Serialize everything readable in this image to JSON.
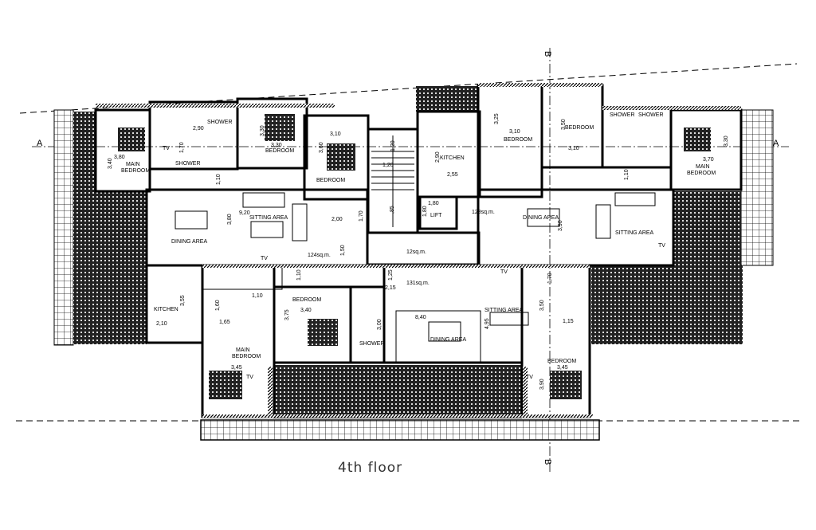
{
  "drawing": {
    "title": "4th floor",
    "section_markers": [
      "A",
      "A",
      "B",
      "B"
    ]
  },
  "rooms": [
    "MAIN",
    "BEDROOM",
    "SHOWER",
    "SHOWER",
    "BEDROOM",
    "BEDROOM",
    "DINING AREA",
    "SITTING AREA",
    "LIFT",
    "KITCHEN",
    "BEDROOM",
    "BEDROOM",
    "SHOWER",
    "SHOWER",
    "MAIN",
    "BEDROOM",
    "DINING AREA",
    "SITTING AREA",
    "KITCHEN",
    "MAIN",
    "BEDROOM",
    "BEDROOM",
    "SHOWER",
    "DINING AREA",
    "SITTING AREA",
    "BEDROOM"
  ],
  "areas": [
    "124sq.m.",
    "12sq.m.",
    "128sq.m.",
    "131sq.m."
  ],
  "tv_labels": [
    "TV",
    "TV",
    "TV",
    "TV",
    "TV",
    "TV"
  ],
  "dimensions": [
    "3,80",
    "3,40",
    "2,90",
    "1,70",
    "1,10",
    "3,30",
    "3,30",
    "3,10",
    "3,60",
    "1,20",
    "1,20",
    "9,20",
    "3,80",
    "2,00",
    "1,70",
    ",85",
    "1,50",
    "1,80",
    "1,80",
    "2,90",
    "2,55",
    "3,25",
    "3,10",
    "3,50",
    "3,10",
    "3,30",
    "3,70",
    "1,10",
    "3,90",
    "3,55",
    "2,10",
    "1,10",
    "1,60",
    "1,65",
    "3,45",
    "3,40",
    "3,75",
    "1,10",
    "1,25",
    "2,15",
    "8,40",
    "3,00",
    "4,95",
    "3,50",
    "1,70",
    "1,15",
    "3,45",
    "3,90"
  ]
}
